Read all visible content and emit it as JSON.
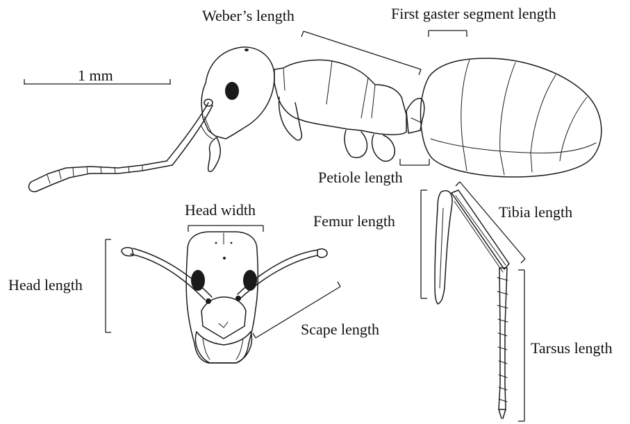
{
  "labels": {
    "scale_bar": "1 mm",
    "webers_length": "Weber’s length",
    "first_gaster_segment_length": "First gaster segment length",
    "petiole_length": "Petiole length",
    "head_width": "Head width",
    "femur_length": "Femur length",
    "tibia_length": "Tibia length",
    "head_length": "Head length",
    "scape_length": "Scape length",
    "tarsus_length": "Tarsus length"
  }
}
